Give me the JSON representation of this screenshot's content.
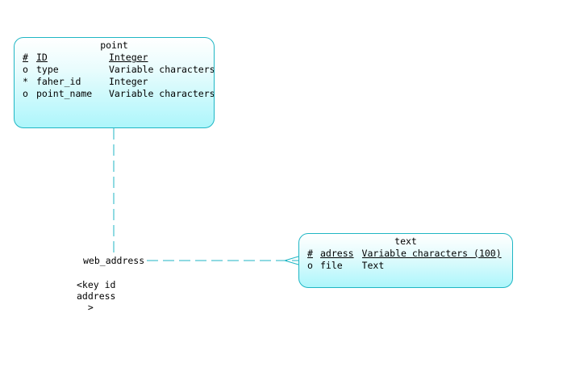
{
  "diagram": {
    "entities": [
      {
        "id": "point",
        "title": "point",
        "attributes": [
          {
            "marker": "#",
            "name": "ID",
            "type": "Integer",
            "primary_key": true
          },
          {
            "marker": "o",
            "name": "type",
            "type": "Variable characters",
            "primary_key": false
          },
          {
            "marker": "*",
            "name": "faher_id",
            "type": "Integer",
            "primary_key": false
          },
          {
            "marker": "o",
            "name": "point_name",
            "type": "Variable characters",
            "primary_key": false
          }
        ]
      },
      {
        "id": "text",
        "title": "text",
        "attributes": [
          {
            "marker": "#",
            "name": "adress",
            "type": "Variable characters (100)",
            "primary_key": true
          },
          {
            "marker": "o",
            "name": "file",
            "type": "Text",
            "primary_key": false
          }
        ]
      }
    ],
    "relationship": {
      "name": "web_address",
      "key_lines": [
        "<key id",
        "address",
        "  >"
      ],
      "from": "point",
      "to": "text",
      "cardinality_to": "many"
    }
  },
  "colors": {
    "entity_border": "#1fb6c4",
    "link_line": "#1fb6c4",
    "entity_fill_bottom": "#adf6fb"
  }
}
